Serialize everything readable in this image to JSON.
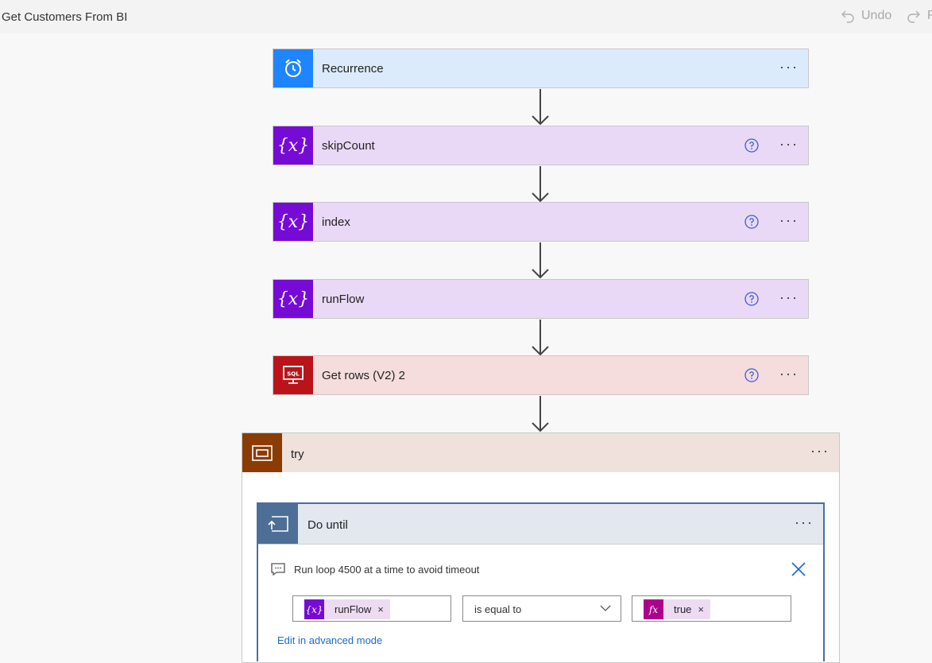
{
  "header": {
    "title": "Get Customers From BI",
    "undo_label": "Undo",
    "redo_label": "R"
  },
  "steps": [
    {
      "title": "Recurrence",
      "icon": "alarm-clock-icon",
      "color": "#1f85ff",
      "bg": "#dcebfc",
      "help": false
    },
    {
      "title": "skipCount",
      "icon": "variable-icon",
      "color": "#770bd6",
      "bg": "#ead9f6",
      "help": true
    },
    {
      "title": "index",
      "icon": "variable-icon",
      "color": "#770bd6",
      "bg": "#ead9f6",
      "help": true
    },
    {
      "title": "runFlow",
      "icon": "variable-icon",
      "color": "#770bd6",
      "bg": "#ead9f6",
      "help": true
    },
    {
      "title": "Get rows (V2) 2",
      "icon": "sql-server-icon",
      "color": "#ba141a",
      "bg": "#f5dddd",
      "help": true
    }
  ],
  "variable_glyph": "{x}",
  "sql_glyph": "SQL",
  "more_glyph": "···",
  "scope": {
    "title": "try",
    "icon": "scope-icon",
    "color": "#8a3c04"
  },
  "do_until": {
    "title": "Do until",
    "icon": "loop-icon",
    "comment": "Run loop 4500 at a time to avoid timeout",
    "condition": {
      "left_token": {
        "label": "runFlow",
        "glyph": "{x}",
        "color": "#770bd6"
      },
      "operator": "is equal to",
      "right_token": {
        "label": "true",
        "glyph": "fx",
        "color": "#ad008c"
      }
    },
    "advanced_link": "Edit in advanced mode"
  },
  "token_remove_glyph": "×"
}
